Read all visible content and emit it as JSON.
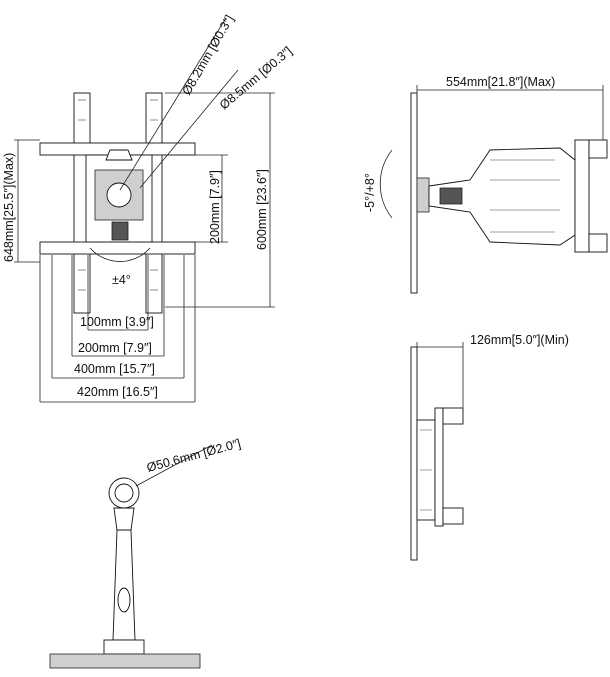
{
  "front_view": {
    "hole_dia_1": "Ø8.2mm [Ø0.3″]",
    "hole_dia_2": "Ø8.5mm [Ø0.3″]",
    "height_max": "648mm[25.5″](Max)",
    "vertical_200": "200mm [7.9″]",
    "vertical_600": "600mm [23.6″]",
    "tilt_swivel": "±4°",
    "width_100": "100mm [3.9″]",
    "width_200": "200mm [7.9″]",
    "width_400": "400mm [15.7″]",
    "width_420": "420mm [16.5″]"
  },
  "side_view_extended": {
    "extension_max": "554mm[21.8″](Max)",
    "tilt_range": "-5°/+8°"
  },
  "side_view_collapsed": {
    "extension_min": "126mm[5.0″](Min)"
  },
  "top_view": {
    "pole_dia": "Ø50.6mm [Ø2.0″]"
  }
}
